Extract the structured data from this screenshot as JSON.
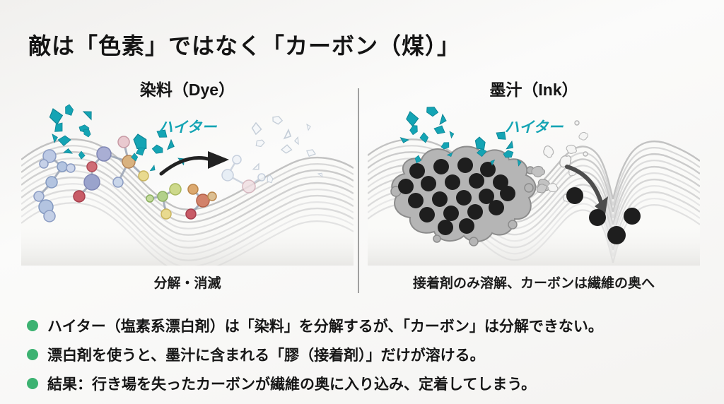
{
  "title": "敵は「色素」ではなく「カーボン（煤）」",
  "panels": {
    "dye": {
      "header": "染料（Dye）",
      "bleach_label": "ハイター",
      "caption": "分解・消滅"
    },
    "ink": {
      "header": "墨汁（Ink）",
      "bleach_label": "ハイター",
      "caption": "接着剤のみ溶解、カーボンは繊維の奥へ"
    }
  },
  "bullets": [
    "ハイター（塩素系漂白剤）は「染料」を分解するが、「カーボン」は分解できない。",
    "漂白剤を使うと、墨汁に含まれる「膠（接着剤）」だけが溶ける。",
    "結果：行き場を失ったカーボンが繊維の奥に入り込み、定着してしまう。"
  ],
  "colors": {
    "bleach_teal": "#14a4b4",
    "bullet_green": "#3cb271",
    "text_black": "#161616",
    "divider_gray": "#a0a0a0",
    "carbon_black": "#1e1e1e",
    "glue_gray": "#b5b5b5",
    "fiber_gray": "#d0d0d0"
  }
}
